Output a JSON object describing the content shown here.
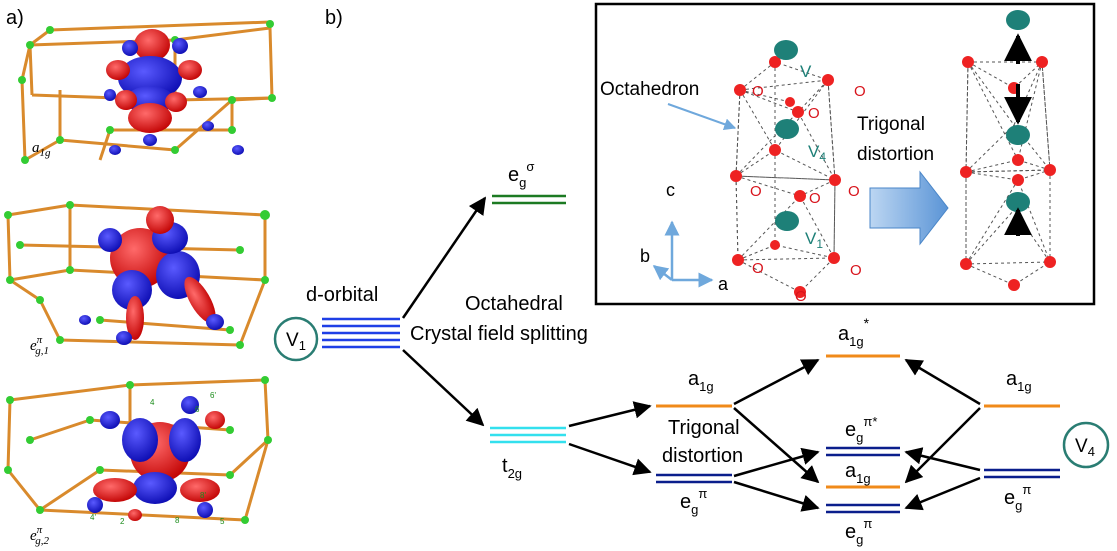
{
  "panel_labels": {
    "a": "a)",
    "b": "b)"
  },
  "orbital_labels": {
    "a1g": {
      "base": "a",
      "sub": "1g"
    },
    "eg1": {
      "base": "e",
      "sup": "π",
      "sub": "g,1"
    },
    "eg2": {
      "base": "e",
      "sup": "π",
      "sub": "g,2"
    }
  },
  "small_atom_labels": [
    "4",
    "6",
    "6'",
    "8'",
    "4'",
    "8",
    "2",
    "5"
  ],
  "inset": {
    "octahedron": "Octahedron",
    "trigonal_line1": "Trigonal",
    "trigonal_line2": "distortion",
    "axes": {
      "c": "c",
      "b": "b",
      "a": "a"
    },
    "v": "V",
    "v4": {
      "base": "V",
      "sub": "4"
    },
    "v1": {
      "base": "V",
      "sub": "1"
    },
    "o": "O"
  },
  "levels": {
    "d_orbital": "d-orbital",
    "v1": {
      "base": "V",
      "sub": "1"
    },
    "v4": {
      "base": "V",
      "sub": "4"
    },
    "octahedral_line1": "Octahedral",
    "octahedral_line2": "Crystal field splitting",
    "eg_sigma": {
      "base": "e",
      "sub": "g",
      "sup": "σ"
    },
    "t2g": {
      "base": "t",
      "sub": "2g"
    },
    "trigonal_line1": "Trigonal",
    "trigonal_line2": "distortion",
    "a1g_left": {
      "base": "a",
      "sub": "1g"
    },
    "eg_pi_left": {
      "base": "e",
      "sub": "g",
      "sup": "π"
    },
    "a1g_star": {
      "base": "a",
      "sub": "1g",
      "sup": "*"
    },
    "eg_pi_star": {
      "base": "e",
      "sub": "g",
      "sup": "π*"
    },
    "a1g_mid": {
      "base": "a",
      "sub": "1g"
    },
    "eg_pi_mid": {
      "base": "e",
      "sub": "g",
      "sup": "π"
    },
    "a1g_right": {
      "base": "a",
      "sub": "1g"
    },
    "eg_pi_right": {
      "base": "e",
      "sub": "g",
      "sup": "π"
    }
  },
  "colors": {
    "d_orbital": "#1f3fe6",
    "eg_sigma": "#1c7a22",
    "t2g": "#33e0ee",
    "a1g": "#f08a1a",
    "eg_pi": "#0a1e8c",
    "atom_red": "#ee2222",
    "vanadium": "#1e8078",
    "circle_v": "#2a7d73",
    "o_label": "#d8141c",
    "lobe_red": "#d81010",
    "lobe_blue": "#1414d6",
    "cage": "#d98a2c",
    "cage_atom": "#33cc33",
    "arrow_blue": "#6fa8dc"
  }
}
